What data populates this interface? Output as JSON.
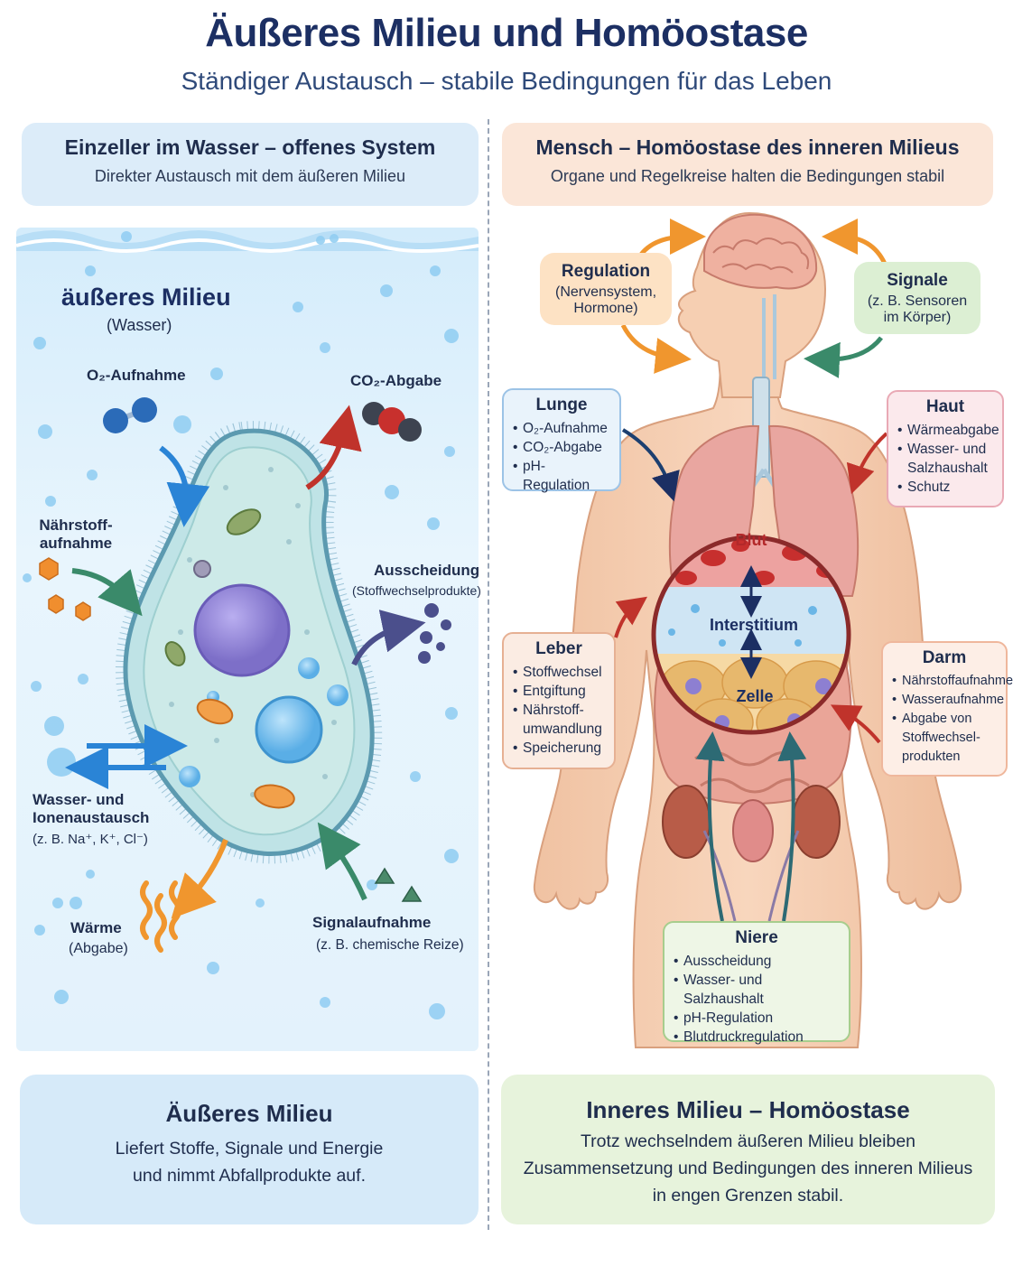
{
  "title": "Äußeres Milieu und Homöostase",
  "subtitle": "Ständiger Austausch – stabile Bedingungen für das Leben",
  "left": {
    "header": {
      "title": "Einzeller im Wasser – offenes System",
      "subtitle": "Direkter Austausch mit dem äußeren Milieu"
    },
    "milieu_title": "äußeres Milieu",
    "milieu_sub": "(Wasser)",
    "labels": {
      "o2": "O₂-Aufnahme",
      "co2": "CO₂-Abgabe",
      "naehrstoff": [
        "Nährstoff-",
        "aufnahme"
      ],
      "ausscheidung": "Ausscheidung",
      "ausscheidung_sub": "(Stoffwechselprodukte)",
      "wasser": [
        "Wasser- und",
        "Ionenaustausch"
      ],
      "wasser_sub": "(z. B. Na⁺, K⁺, Cl⁻)",
      "waerme": "Wärme",
      "waerme_sub": "(Abgabe)",
      "signal": "Signalaufnahme",
      "signal_sub": "(z. B. chemische Reize)"
    },
    "footer": {
      "title": "Äußeres Milieu",
      "lines": [
        "Liefert Stoffe, Signale und Energie",
        "und nimmt Abfallprodukte auf."
      ]
    }
  },
  "right": {
    "header": {
      "title": "Mensch – Homöostase des inneren Milieus",
      "subtitle": "Organe und Regelkreise halten die Bedingungen stabil"
    },
    "regulation": {
      "title": "Regulation",
      "lines": [
        "(Nervensystem,",
        "Hormone)"
      ]
    },
    "signale": {
      "title": "Signale",
      "lines": [
        "(z. B. Sensoren",
        "im Körper)"
      ]
    },
    "lunge": {
      "title": "Lunge",
      "items": [
        "O₂-Aufnahme",
        "CO₂-Abgabe",
        "pH-Regulation"
      ]
    },
    "haut": {
      "title": "Haut",
      "items": [
        "Wärmeabgabe",
        "Wasser- und Salzhaushalt",
        "Schutz"
      ]
    },
    "leber": {
      "title": "Leber",
      "items": [
        "Stoffwechsel",
        "Entgiftung",
        "Nährstoff-umwandlung",
        "Speicherung"
      ]
    },
    "darm": {
      "title": "Darm",
      "items": [
        "Nährstoffaufnahme",
        "Wasseraufnahme",
        "Abgabe von Stoffwechsel-produkten"
      ]
    },
    "niere": {
      "title": "Niere",
      "items": [
        "Ausscheidung",
        "Wasser- und Salzhaushalt",
        "pH-Regulation",
        "Blutdruckregulation"
      ]
    },
    "circle": {
      "blut": "Blut",
      "interstitium": "Interstitium",
      "zelle": "Zelle"
    },
    "footer": {
      "title": "Inneres Milieu – Homöostase",
      "lines": [
        "Trotz wechselndem äußeren Milieu bleiben",
        "Zusammensetzung und Bedingungen des inneren Milieus",
        "in engen Grenzen stabil."
      ]
    }
  },
  "colors": {
    "navy": "#1c2f63",
    "water": "#d4ecfb",
    "cell": "#bfe3e6",
    "nucleus": "#8d7fd1",
    "skin": "#f6cfb2",
    "red_arrow": "#c0332b",
    "blue_arrow": "#2a84d6",
    "orange_arrow": "#f0962e",
    "green_arrow": "#3a8a6a"
  }
}
